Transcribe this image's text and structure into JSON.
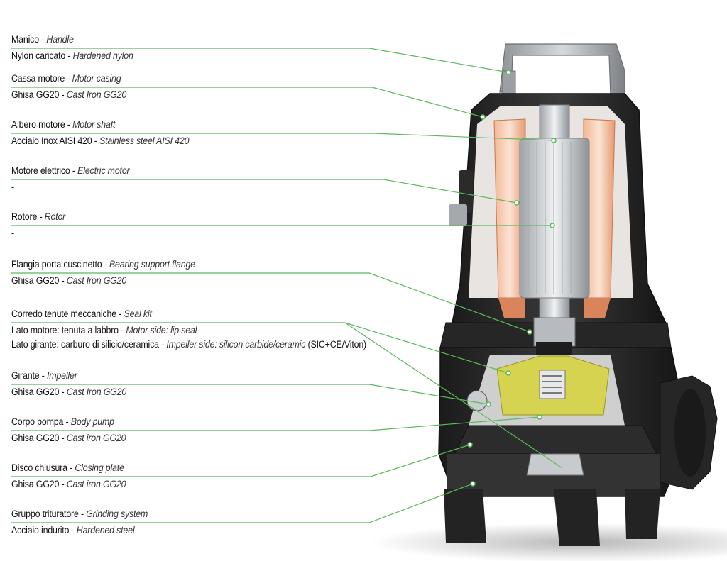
{
  "callouts": [
    {
      "it": "Manico",
      "en": "Handle",
      "mat_it": "Nylon caricato",
      "mat_en": "Hardened nylon"
    },
    {
      "it": "Cassa motore",
      "en": "Motor casing",
      "mat_it": "Ghisa GG20",
      "mat_en": "Cast Iron GG20"
    },
    {
      "it": "Albero motore",
      "en": "Motor shaft",
      "mat_it": "Acciaio Inox AISI 420",
      "mat_en": "Stainless steel AISI 420"
    },
    {
      "it": "Motore elettrico",
      "en": "Electric motor",
      "mat_it": "-",
      "mat_en": ""
    },
    {
      "it": "Rotore",
      "en": "Rotor",
      "mat_it": "-",
      "mat_en": ""
    },
    {
      "it": "Flangia porta cuscinetto",
      "en": "Bearing support flange",
      "mat_it": "Ghisa GG20",
      "mat_en": "Cast Iron GG20"
    },
    {
      "it": "Corredo tenute meccaniche",
      "en": "Seal kit",
      "mat_it": "Lato motore: tenuta a labbro",
      "mat_en": "Motor side: lip seal"
    },
    {
      "it": "Girante",
      "en": "Impeller",
      "mat_it": "Ghisa GG20",
      "mat_en": "Cast Iron GG20"
    },
    {
      "it": "Corpo pompa",
      "en": "Body pump",
      "mat_it": "Ghisa GG20",
      "mat_en": "Cast iron GG20"
    },
    {
      "it": "Disco chiusura",
      "en": "Closing plate",
      "mat_it": "Ghisa GG20",
      "mat_en": "Cast iron GG20"
    },
    {
      "it": "Gruppo trituratore",
      "en": "Grinding system",
      "mat_it": "Acciaio indurito",
      "mat_en": "Hardened steel"
    }
  ],
  "seal_extra": {
    "it": "Lato girante: carburo di silicio/ceramica",
    "en": "Impeller side: silicon carbide/ceramic",
    "tag": "(SIC+CE/Viton)"
  },
  "separator": " - ",
  "colors": {
    "leader": "#5cb85c",
    "dot": "#5cb85c",
    "body": "#2a2a2a",
    "copper": "#e9a27a",
    "rotor": "#bfc3c6",
    "impeller": "#d6d33a"
  }
}
